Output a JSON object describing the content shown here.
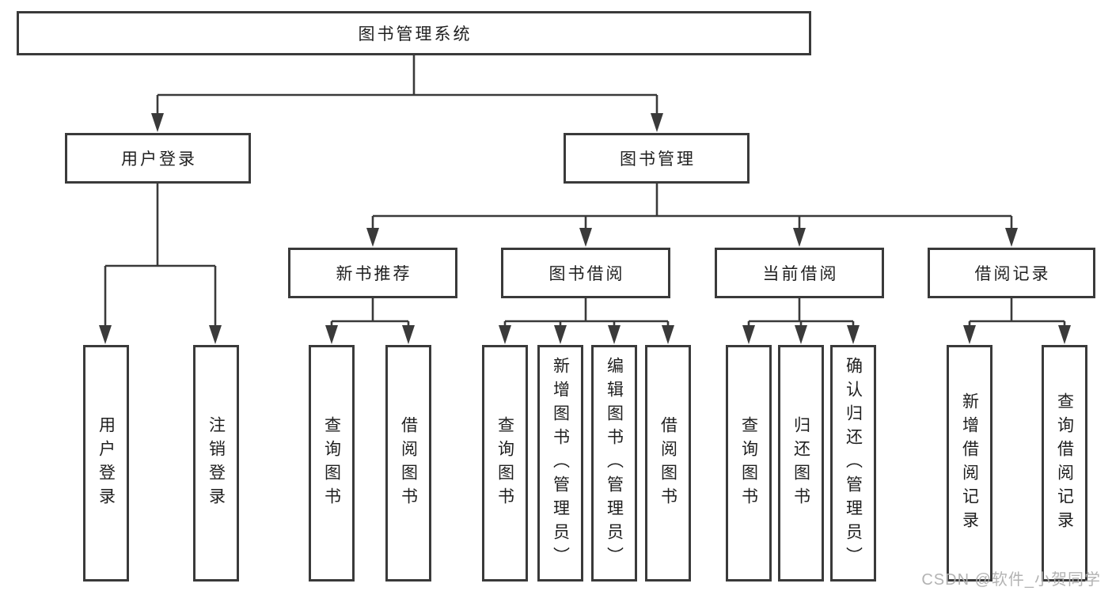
{
  "diagram": {
    "title": "图书管理系统",
    "watermark": "CSDN @软件_小贺同学",
    "colors": {
      "line": "#3a3a3a",
      "text": "#1f1f1f",
      "box_background": "#ffffff",
      "page_background": "#ffffff",
      "watermark": "#afafaf"
    },
    "nodes": {
      "root": "图书管理系统",
      "user_login": "用户登录",
      "book_mgmt": "图书管理",
      "new_book": "新书推荐",
      "book_borrow": "图书借阅",
      "current_borrow": "当前借阅",
      "borrow_record": "借阅记录",
      "ul_login": "用户登录",
      "ul_logout": "注销登录",
      "nb_query": "查询图书",
      "nb_borrow": "借阅图书",
      "bb_query": "查询图书",
      "bb_add": "新增图书（管理员）",
      "bb_edit": "编辑图书（管理员）",
      "bb_borrow": "借阅图书",
      "cb_query": "查询图书",
      "cb_return": "归还图书",
      "cb_confirm": "确认归还（管理员）",
      "br_add": "新增借阅记录",
      "br_query": "查询借阅记录"
    }
  }
}
